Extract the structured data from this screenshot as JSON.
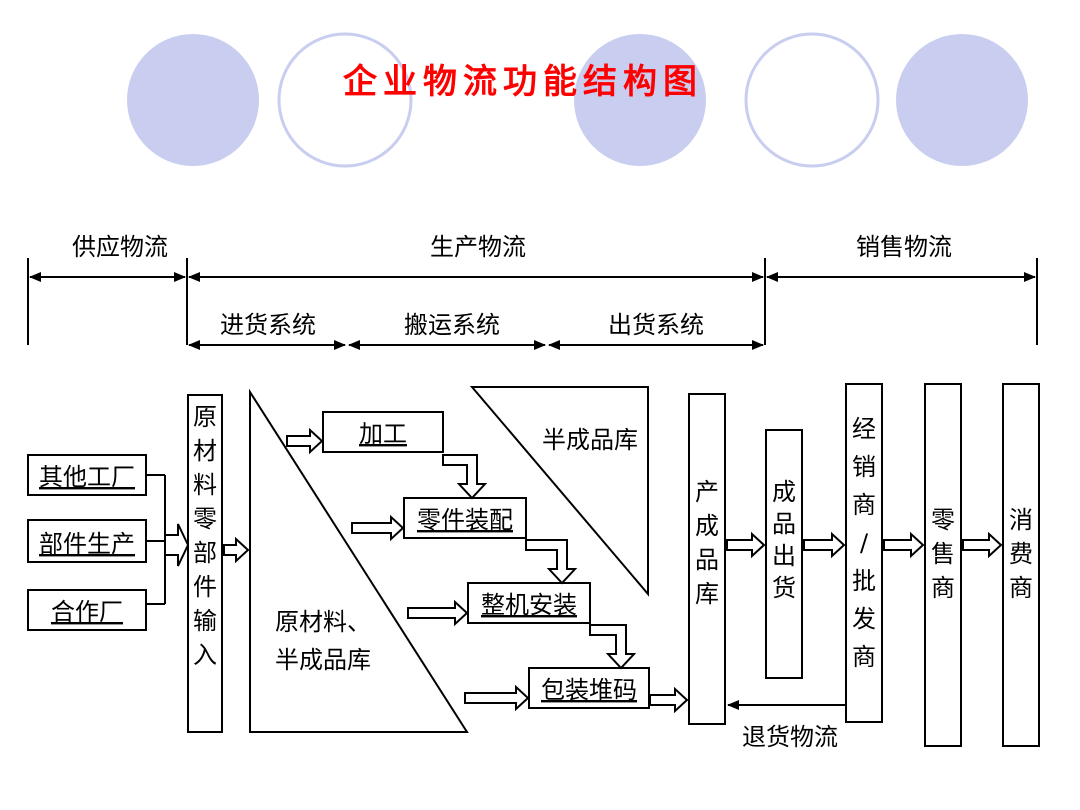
{
  "title": "企业物流功能结构图",
  "colors": {
    "title": "#ff0000",
    "circle_fill": "#c9cdf0",
    "circle_stroke": "#c9cdf0",
    "line": "#000000"
  },
  "header": {
    "supply": "供应物流",
    "production": "生产物流",
    "sales": "销售物流",
    "sub": {
      "inbound": "进货系统",
      "handling": "搬运系统",
      "outbound": "出货系统"
    }
  },
  "suppliers": [
    "其他工厂",
    "部件生产",
    "合作厂"
  ],
  "raw_input": "原材料零部件输入",
  "raw_store": [
    "原材料、",
    "半成品库"
  ],
  "semi_store": "半成品库",
  "processes": [
    "加工",
    "零件装配",
    "整机安装",
    "包装堆码"
  ],
  "finished_store": "产成品库",
  "finished_out": "成品出货",
  "distributor": "经销商/批发商",
  "retailer": "零售商",
  "consumer": "消费商",
  "return_flow": "退货物流"
}
